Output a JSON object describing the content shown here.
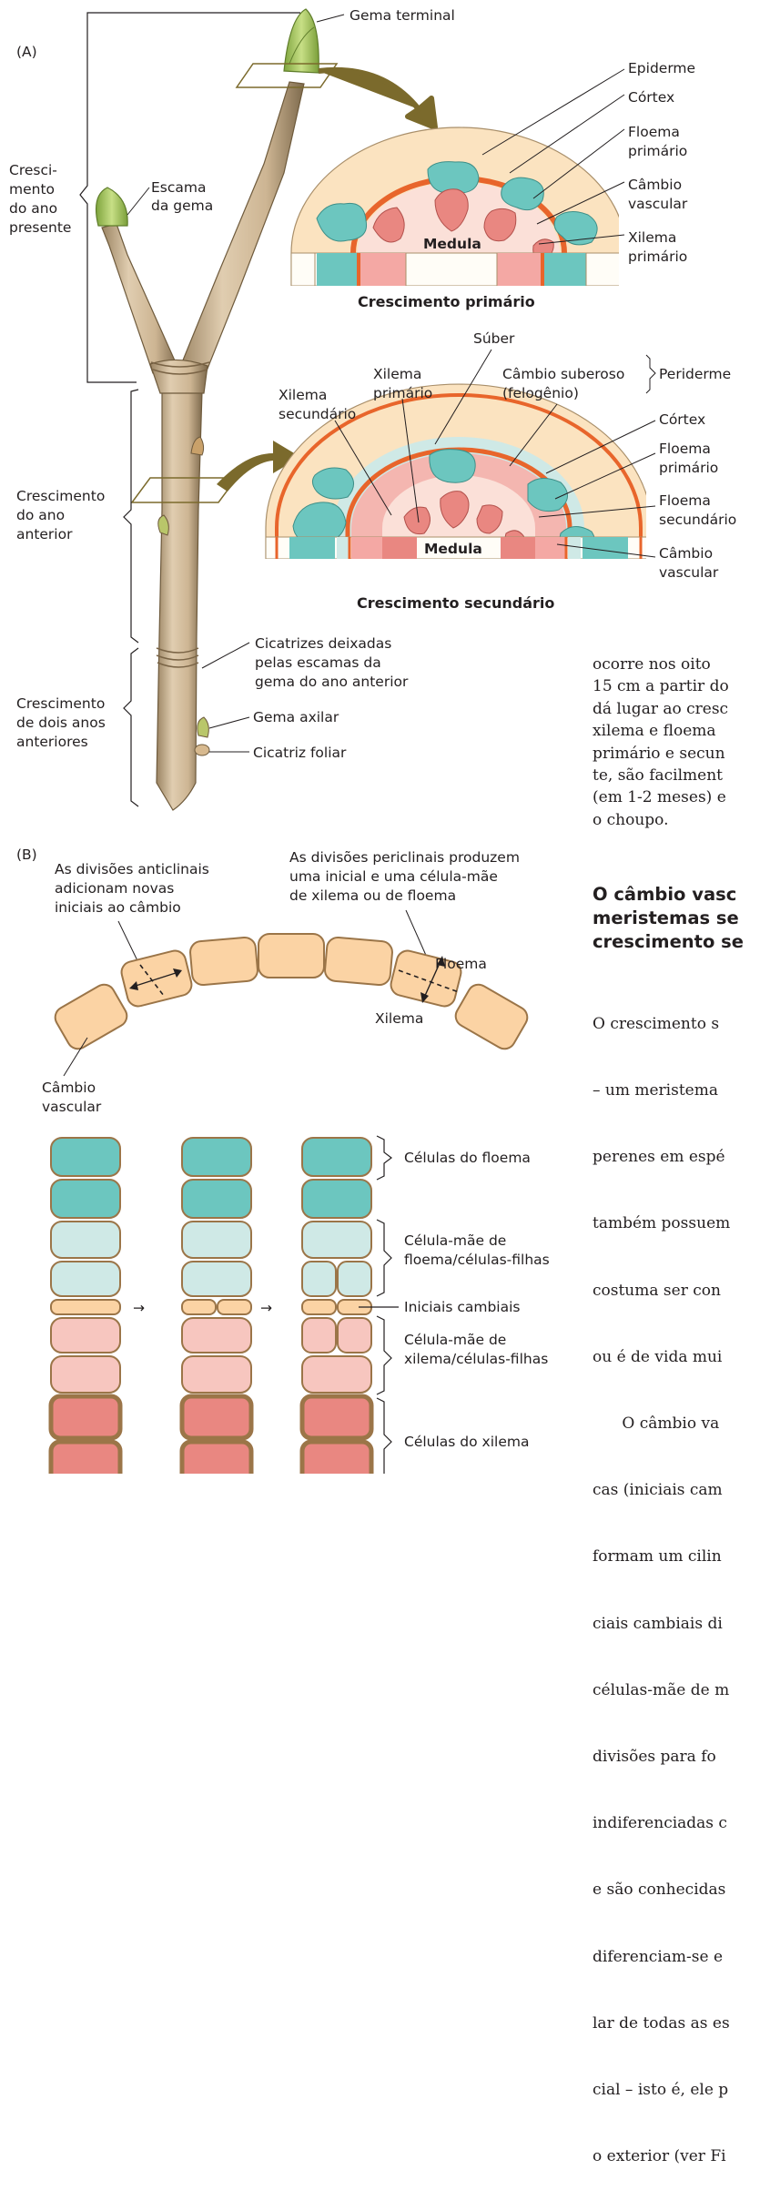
{
  "panel_a": {
    "tag": "(A)",
    "gema_terminal": "Gema terminal",
    "escama": [
      "Escama",
      "da gema"
    ],
    "cresc_presente": [
      "Cresci-",
      "mento",
      "do ano",
      "presente"
    ],
    "cresc_anterior": [
      "Crescimento",
      "do ano",
      "anterior"
    ],
    "cresc_dois": [
      "Crescimento",
      "de dois anos",
      "anteriores"
    ],
    "cicatrizes": [
      "Cicatrizes deixadas",
      "pelas escamas da",
      "gema do ano anterior"
    ],
    "gema_axilar": "Gema axilar",
    "cicatriz_foliar": "Cicatriz foliar",
    "primary": {
      "labels": [
        [
          "Epiderme"
        ],
        [
          "Córtex"
        ],
        [
          "Floema",
          "primário"
        ],
        [
          "Câmbio",
          "vascular"
        ],
        [
          "Xilema",
          "primário"
        ]
      ],
      "medula": "Medula",
      "caption": "Crescimento primário"
    },
    "secondary": {
      "suber": "Súber",
      "xilema_primario": [
        "Xilema",
        "primário"
      ],
      "xilema_secundario": [
        "Xilema",
        "secundário"
      ],
      "cambio_suberoso": [
        "Câmbio suberoso",
        "(felogênio)"
      ],
      "periderme": "Periderme",
      "labels": [
        [
          "Córtex"
        ],
        [
          "Floema",
          "primário"
        ],
        [
          "Floema",
          "secundário"
        ],
        [
          "Câmbio",
          "vascular"
        ]
      ],
      "medula": "Medula",
      "caption": "Crescimento secundário"
    }
  },
  "panel_b": {
    "tag": "(B)",
    "anticlinais": [
      "As divisões anticlinais",
      "adicionam novas",
      "iniciais ao câmbio"
    ],
    "periclinais": [
      "As divisões periclinais produzem",
      "uma inicial e uma célula-mãe",
      "de xilema ou de floema"
    ],
    "floema": "Floema",
    "xilema": "Xilema",
    "cambio": [
      "Câmbio",
      "vascular"
    ],
    "stack_labels": [
      [
        "Células do floema"
      ],
      [
        "Célula-mãe de",
        "floema/células-filhas"
      ],
      [
        "Iniciais cambiais"
      ],
      [
        "Célula-mãe de",
        "xilema/células-filhas"
      ],
      [
        "Células do xilema"
      ]
    ],
    "arrow": "→"
  },
  "text": {
    "para1": [
      "ocorre nos oito",
      "15 cm a partir do",
      "dá lugar ao cresc",
      "xilema e floema",
      "primário e secun",
      "te, são facilment",
      "(em 1-2 meses) e",
      "o choupo."
    ],
    "heading": [
      "O câmbio vasc",
      "meristemas se",
      "crescimento se"
    ],
    "para2": [
      "O crescimento s",
      "– um meristema",
      "perenes em espé",
      "também possuem",
      "costuma ser con",
      "ou é de vida mui",
      "      O câmbio va",
      "cas (iniciais cam",
      "formam um cilin",
      "ciais cambiais di",
      "células-mãe de m",
      "divisões para fo",
      "indiferenciadas c",
      "e são conhecidas",
      "diferenciam-se e",
      "lar de todas as es",
      "cial – isto é, ele p",
      "o exterior (ver Fi"
    ]
  },
  "colors": {
    "phloem": "#6cc6bf",
    "xylem": "#e98781",
    "cortex": "#fbe3c0",
    "cambium": "#e8652b",
    "pith": "#fbe0d8",
    "bark": "#d8c2a2",
    "bud": "#9cc354",
    "arrow": "#7b6a2c"
  }
}
